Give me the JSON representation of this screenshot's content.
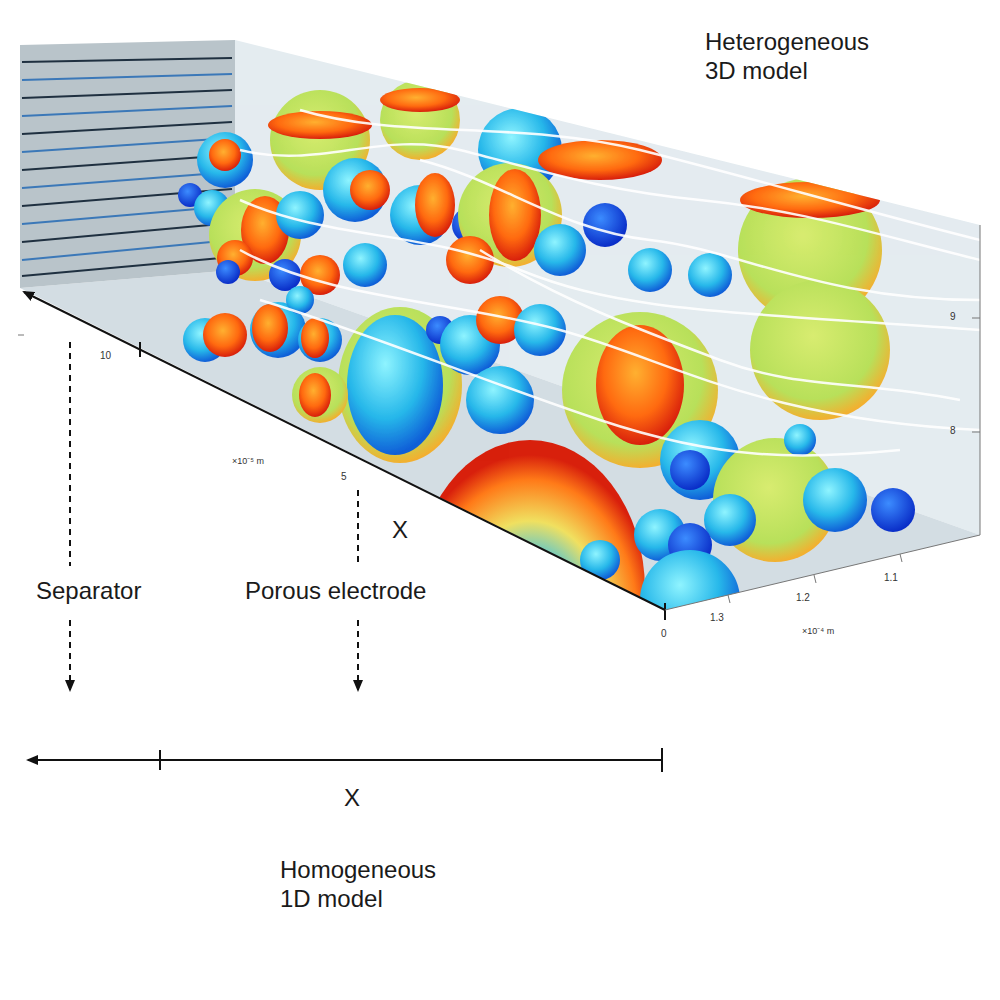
{
  "diagram": {
    "labels": [
      "Heterogeneous 3D model",
      "10",
      "×10⁻⁵ m",
      "5",
      "X",
      "Separator",
      "Porous electrode",
      "0",
      "9",
      "8",
      "1.3",
      "1.2",
      "1.1",
      "×10⁻⁴ m",
      "X",
      "Homogeneous 1D model"
    ]
  }
}
